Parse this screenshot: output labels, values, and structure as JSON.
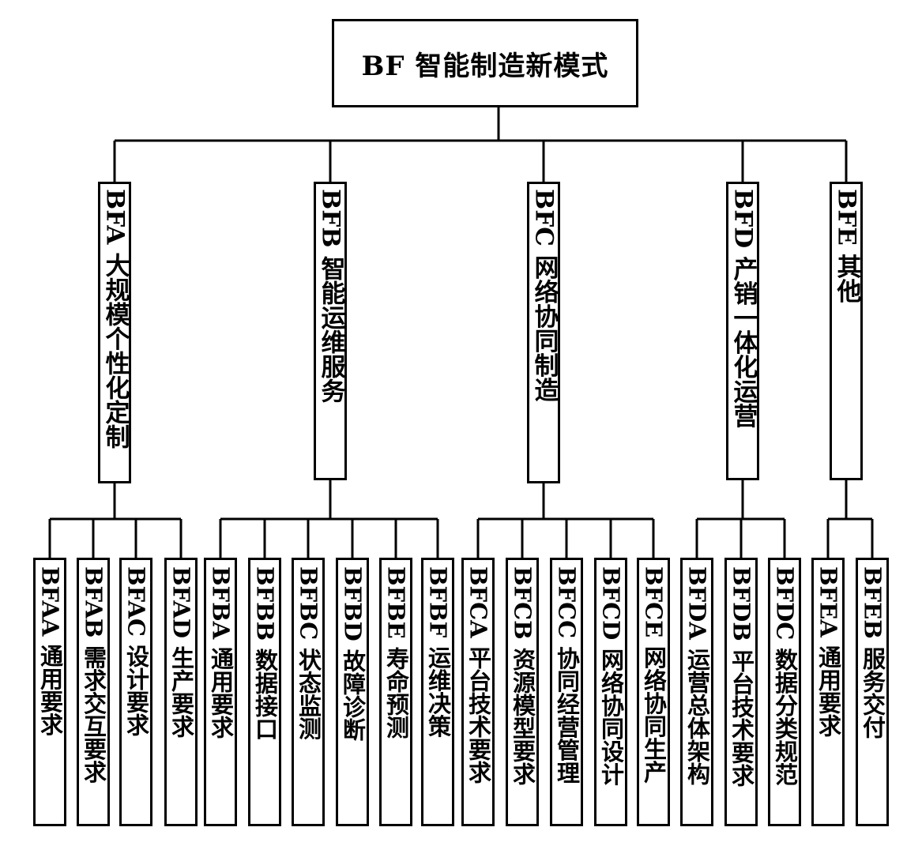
{
  "root": {
    "label": "BF 智能制造新模式"
  },
  "categories": [
    {
      "code": "BFA",
      "name": "大规模个性化定制",
      "children": [
        {
          "code": "BFAA",
          "name": "通用要求"
        },
        {
          "code": "BFAB",
          "name": "需求交互要求"
        },
        {
          "code": "BFAC",
          "name": "设计要求"
        },
        {
          "code": "BFAD",
          "name": "生产要求"
        }
      ]
    },
    {
      "code": "BFB",
      "name": "智能运维服务",
      "children": [
        {
          "code": "BFBA",
          "name": "通用要求"
        },
        {
          "code": "BFBB",
          "name": "数据接口"
        },
        {
          "code": "BFBC",
          "name": "状态监测"
        },
        {
          "code": "BFBD",
          "name": "故障诊断"
        },
        {
          "code": "BFBE",
          "name": "寿命预测"
        },
        {
          "code": "BFBF",
          "name": "运维决策"
        }
      ]
    },
    {
      "code": "BFC",
      "name": "网络协同制造",
      "children": [
        {
          "code": "BFCA",
          "name": "平台技术要求"
        },
        {
          "code": "BFCB",
          "name": "资源模型要求"
        },
        {
          "code": "BFCC",
          "name": "协同经营管理"
        },
        {
          "code": "BFCD",
          "name": "网络协同设计"
        },
        {
          "code": "BFCE",
          "name": "网络协同生产"
        }
      ]
    },
    {
      "code": "BFD",
      "name": "产销一体化运营",
      "children": [
        {
          "code": "BFDA",
          "name": "运营总体架构"
        },
        {
          "code": "BFDB",
          "name": "平台技术要求"
        },
        {
          "code": "BFDC",
          "name": "数据分类规范"
        }
      ]
    },
    {
      "code": "BFE",
      "name": "其他",
      "children": [
        {
          "code": "BFEA",
          "name": "通用要求"
        },
        {
          "code": "BFEB",
          "name": "服务交付"
        }
      ]
    }
  ]
}
